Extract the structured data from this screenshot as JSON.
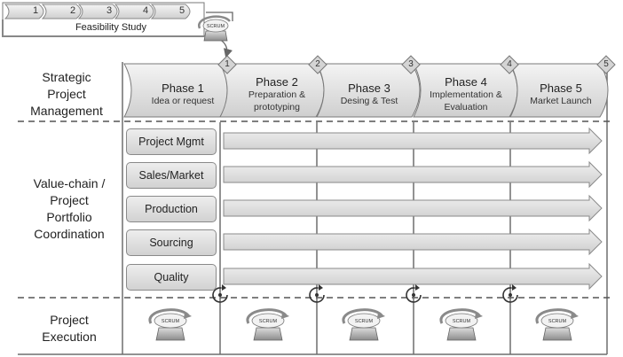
{
  "feasibility": {
    "steps": [
      "1",
      "2",
      "3",
      "4",
      "5"
    ],
    "label": "Feasibility Study"
  },
  "rows": {
    "strategic": [
      "Strategic",
      "Project",
      "Management"
    ],
    "value_chain": [
      "Value-chain /",
      "Project",
      "Portfolio",
      "Coordination"
    ],
    "execution": [
      "Project",
      "Execution"
    ]
  },
  "phases": [
    {
      "title": "Phase 1",
      "subtitle": [
        "Idea or request"
      ],
      "gate": "1"
    },
    {
      "title": "Phase 2",
      "subtitle": [
        "Preparation &",
        "prototyping"
      ],
      "gate": "2"
    },
    {
      "title": "Phase 3",
      "subtitle": [
        "Desing & Test"
      ],
      "gate": "3"
    },
    {
      "title": "Phase 4",
      "subtitle": [
        "Implementation &",
        "Evaluation"
      ],
      "gate": "4"
    },
    {
      "title": "Phase 5",
      "subtitle": [
        "Market Launch"
      ],
      "gate": "5"
    }
  ],
  "functions": [
    "Project Mgmt",
    "Sales/Market",
    "Production",
    "Sourcing",
    "Quality"
  ],
  "scrum_label": "SCRUM"
}
